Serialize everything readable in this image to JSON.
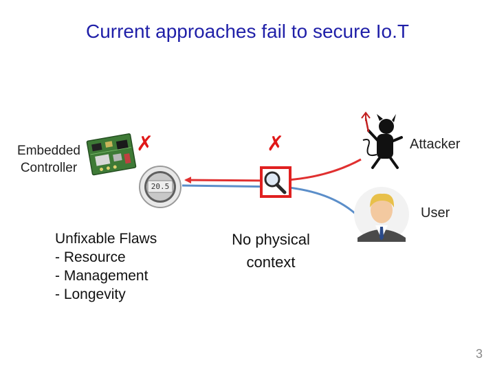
{
  "title": "Current approaches fail to secure Io.T",
  "labels": {
    "embedded_line1": "Embedded",
    "embedded_line2": "Controller",
    "attacker": "Attacker",
    "user": "User",
    "no_context_line1": "No physical",
    "no_context_line2": "context"
  },
  "flaws": {
    "heading": "Unfixable Flaws",
    "items": [
      "- Resource",
      "- Management",
      "- Longevity"
    ]
  },
  "cross_mark": "✗",
  "thermostat_reading": "20.5",
  "page_number": "3",
  "colors": {
    "title": "#1f1fa8",
    "attack_line": "#e03030",
    "user_line": "#5b8ec9",
    "cross": "#e01818",
    "magnifier_box": "#e02020"
  }
}
